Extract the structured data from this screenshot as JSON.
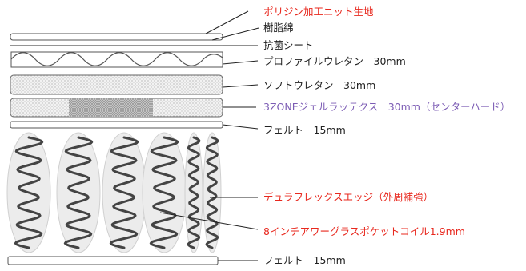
{
  "colors": {
    "red": "#e8281e",
    "purple": "#7c5cb4",
    "black": "#222222",
    "layer_outline": "#555555",
    "dot_fill": "#eeeeee",
    "dense_fill": "#bdbdbd",
    "spring": "#444444",
    "pocket": "#e6e6e6"
  },
  "labels": {
    "polygine": "ポリジン加工ニット生地",
    "cotton": "樹脂綿",
    "antibacterial": "抗菌シート",
    "profile": "プロファイルウレタン　30mm",
    "soft": "ソフトウレタン　30mm",
    "latex": "3ZONEジェルラッテクス　30mm（センターハード）",
    "felt_top": "フェルト　15mm",
    "edge": "デュラフレックスエッジ（外周補強）",
    "coil": "8インチアワーグラスポケットコイル1.9mm",
    "felt_bottom": "フェルト　15mm"
  }
}
